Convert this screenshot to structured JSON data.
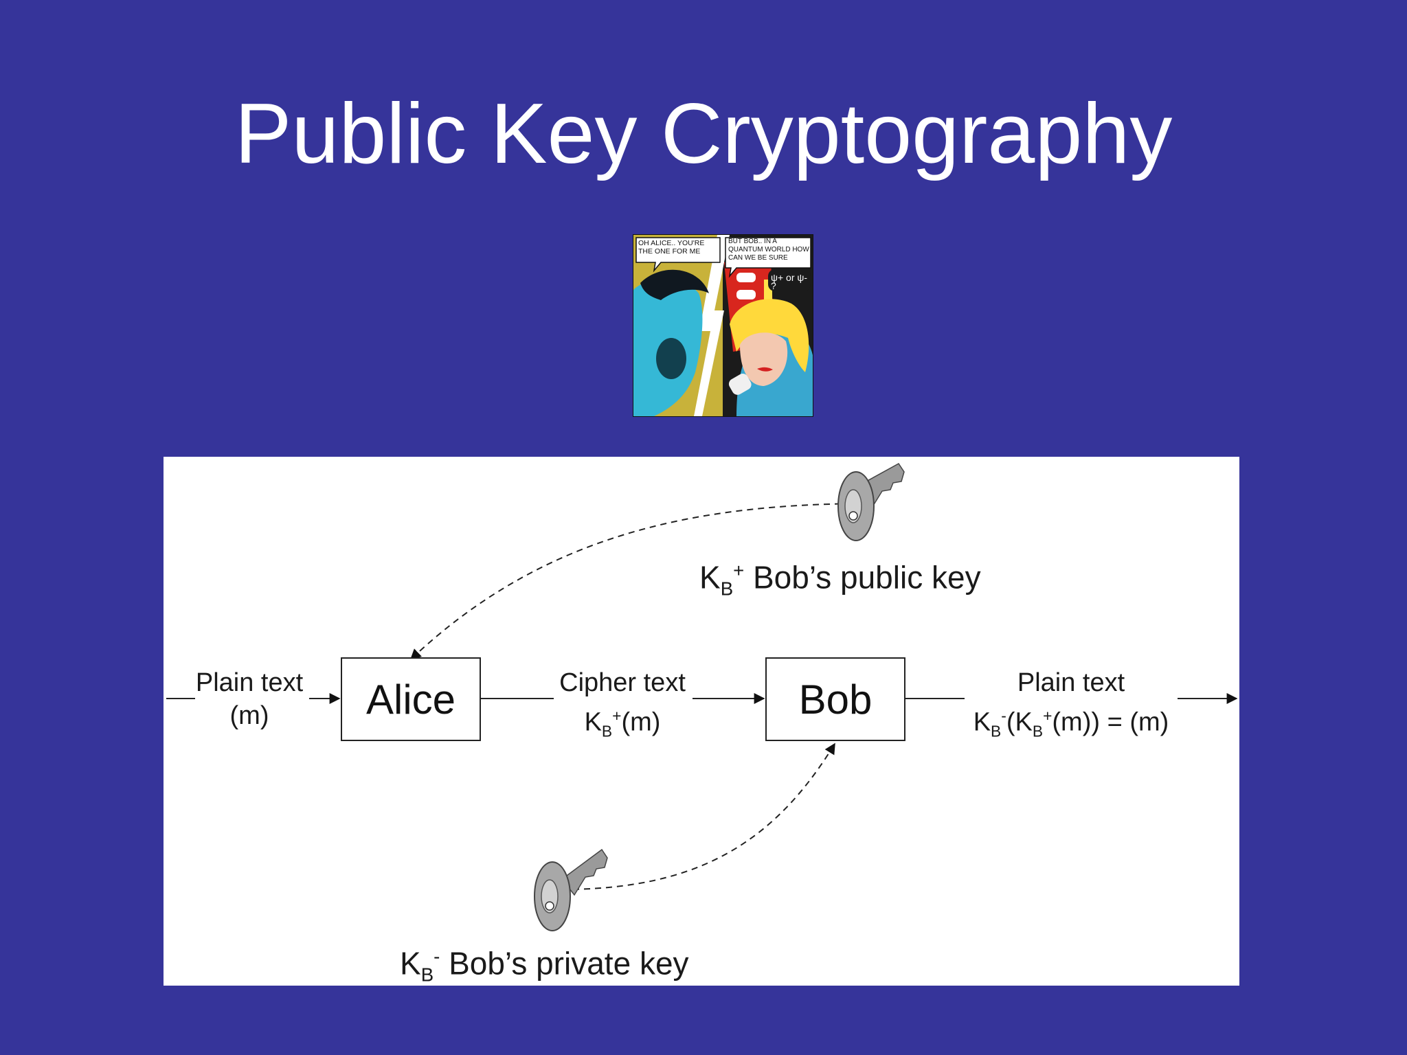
{
  "slide": {
    "title": "Public Key Cryptography",
    "background_color": "#36349a"
  },
  "comic": {
    "left_bubble": "OH ALICE.. YOU'RE THE ONE FOR ME",
    "right_bubble": "BUT BOB.. IN A QUANTUM WORLD HOW CAN WE BE SURE",
    "math_text": "ψ+ or ψ- ?"
  },
  "diagram": {
    "alice_label": "Alice",
    "bob_label": "Bob",
    "plain_in": {
      "line1": "Plain text",
      "line2": "(m)"
    },
    "cipher": {
      "line1": "Cipher text",
      "k": "K",
      "sub": "B",
      "sup": "+",
      "rest": "(m)"
    },
    "plain_out": {
      "line1": "Plain text",
      "k1": "K",
      "sub1": "B",
      "sup1": "-",
      "mid": "(K",
      "sub2": "B",
      "sup2": "+",
      "rest": "(m)) = (m)"
    },
    "public_key": {
      "k": "K",
      "sub": "B",
      "sup": "+",
      "label": " Bob’s public key"
    },
    "private_key": {
      "k": "K",
      "sub": "B",
      "sup": "-",
      "label": " Bob’s private key"
    }
  }
}
